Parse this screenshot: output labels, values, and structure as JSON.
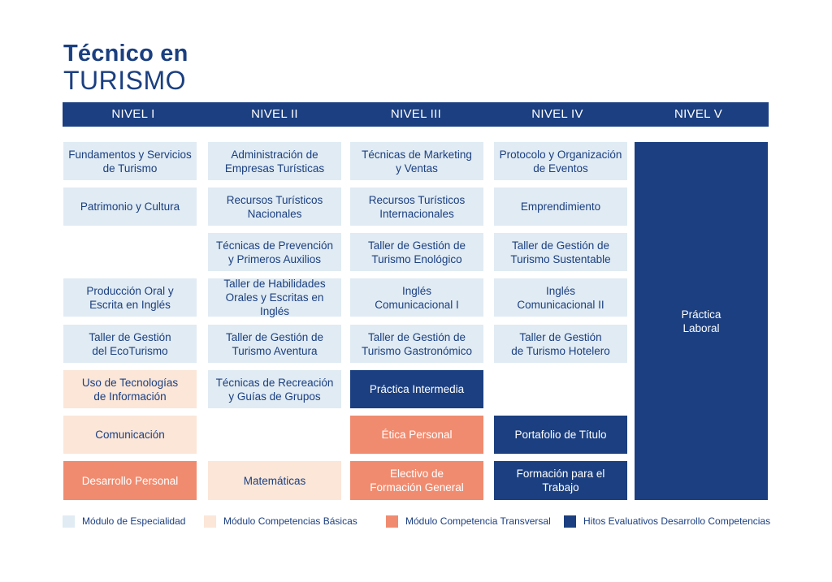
{
  "title": {
    "line1": "Técnico en",
    "line2": "TURISMO"
  },
  "levels": [
    "NIVEL I",
    "NIVEL  II",
    "NIVEL III",
    "NIVEL IV",
    "NIVEL V"
  ],
  "colors": {
    "modulo_especialidad": "#e0ebf3",
    "modulo_competencias_basicas": "#fbe6d8",
    "modulo_competencia_transversal": "#f08b6f",
    "hitos_evaluativos": "#1b3f80"
  },
  "nivel1": [
    "Fundamentos y Servicios\nde Turismo",
    "Patrimonio y Cultura",
    "Producción Oral y\nEscrita en Inglés",
    "Taller de Gestión\ndel EcoTurismo",
    "Uso de Tecnologías\nde Información",
    "Comunicación",
    "Desarrollo Personal"
  ],
  "nivel2": [
    "Administración de\nEmpresas Turísticas",
    "Recursos Turísticos\nNacionales",
    "Técnicas de Prevención\ny Primeros Auxilios",
    "Taller de Habilidades\nOrales y Escritas en Inglés",
    "Taller de Gestión de\nTurismo Aventura",
    "Técnicas de Recreación\ny Guías de Grupos",
    "Matemáticas"
  ],
  "nivel3": [
    "Técnicas de Marketing\ny Ventas",
    "Recursos Turísticos\nInternacionales",
    "Taller de Gestión de\nTurismo Enológico",
    "Inglés\nComunicacional I",
    "Taller de Gestión de\nTurismo Gastronómico",
    "Práctica Intermedia",
    "Ética Personal",
    "Electivo de\nFormación General"
  ],
  "nivel4": [
    "Protocolo y Organización\nde Eventos",
    "Emprendimiento",
    "Taller de Gestión de\nTurismo Sustentable",
    "Inglés\nComunicacional II",
    "Taller de Gestión\nde Turismo Hotelero",
    "Portafolio de Título",
    "Formación para el\nTrabajo"
  ],
  "nivel5": [
    "Práctica\nLaboral"
  ],
  "legend": [
    "Módulo de Especialidad",
    "Módulo Competencias Básicas",
    "Módulo Competencia Transversal",
    "Hitos Evaluativos Desarrollo Competencias"
  ]
}
